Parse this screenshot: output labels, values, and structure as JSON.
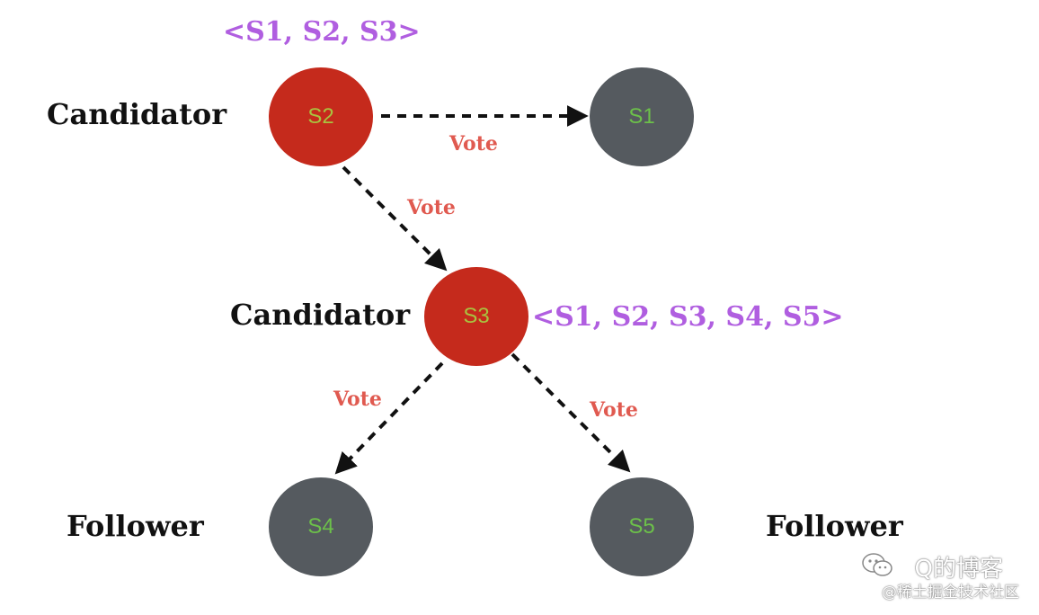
{
  "nodes": {
    "s1": "S1",
    "s2": "S2",
    "s3": "S3",
    "s4": "S4",
    "s5": "S5"
  },
  "roles": {
    "s2": "Candidator",
    "s3": "Candidator",
    "s4": "Follower",
    "s5": "Follower"
  },
  "vote_sets": {
    "s2": "<S1, S2, S3>",
    "s3": "<S1, S2, S3, S4, S5>"
  },
  "edges": [
    {
      "from": "S2",
      "to": "S1",
      "label": "Vote"
    },
    {
      "from": "S2",
      "to": "S3",
      "label": "Vote"
    },
    {
      "from": "S3",
      "to": "S4",
      "label": "Vote"
    },
    {
      "from": "S3",
      "to": "S5",
      "label": "Vote"
    }
  ],
  "watermark": {
    "title": "Q的博客",
    "subtitle": "@稀土掘金技术社区",
    "icon": "wechat-icon"
  },
  "colors": {
    "candidate": "#c52a1c",
    "follower": "#555a5f",
    "vote_set": "#b05ee0",
    "vote_label": "#e05a50"
  }
}
